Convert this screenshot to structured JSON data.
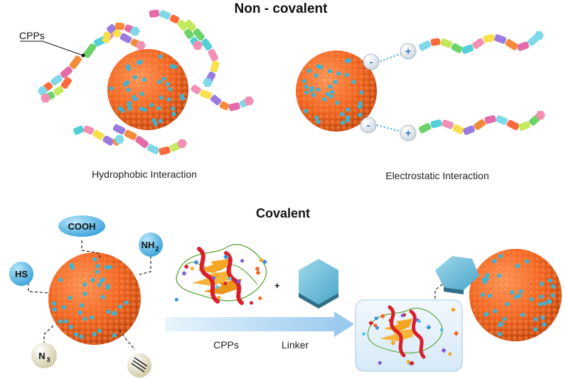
{
  "diagram": {
    "title_top": "Non - covalent",
    "title_bottom": "Covalent",
    "label_cpps_pointer": "CPPs",
    "caption_hydrophobic": "Hydrophobic  Interaction",
    "caption_electrostatic": "Electrostatic  Interaction",
    "charge_negative": "-",
    "charge_positive": "+",
    "groups": {
      "cooh": "COOH",
      "nh2": "NH",
      "nh2_sub": "2",
      "hs": "HS",
      "n3": "N",
      "n3_sub": "3"
    },
    "plus_sign": "+",
    "arrow_label_cpps": "CPPs",
    "arrow_label_linker": "Linker"
  },
  "colors": {
    "particle_orange": "#f26522",
    "particle_dot": "#38b6d8",
    "group_blue": "#5bbde6",
    "group_cream": "#e8e4c9",
    "arrow_blue": "#a9d3f2",
    "helix_red": "#d9202a",
    "sheet_yellow": "#f5a623",
    "coil_green": "#5aa83a"
  },
  "icons": {
    "nanoparticle": "orange-nanoparticle-sphere-icon",
    "peptide_chain": "cpp-peptide-chain-icon",
    "protein": "protein-ribbon-icon",
    "hexagon": "blue-hexagon-linker-icon",
    "alkyne": "triple-bond-icon"
  }
}
